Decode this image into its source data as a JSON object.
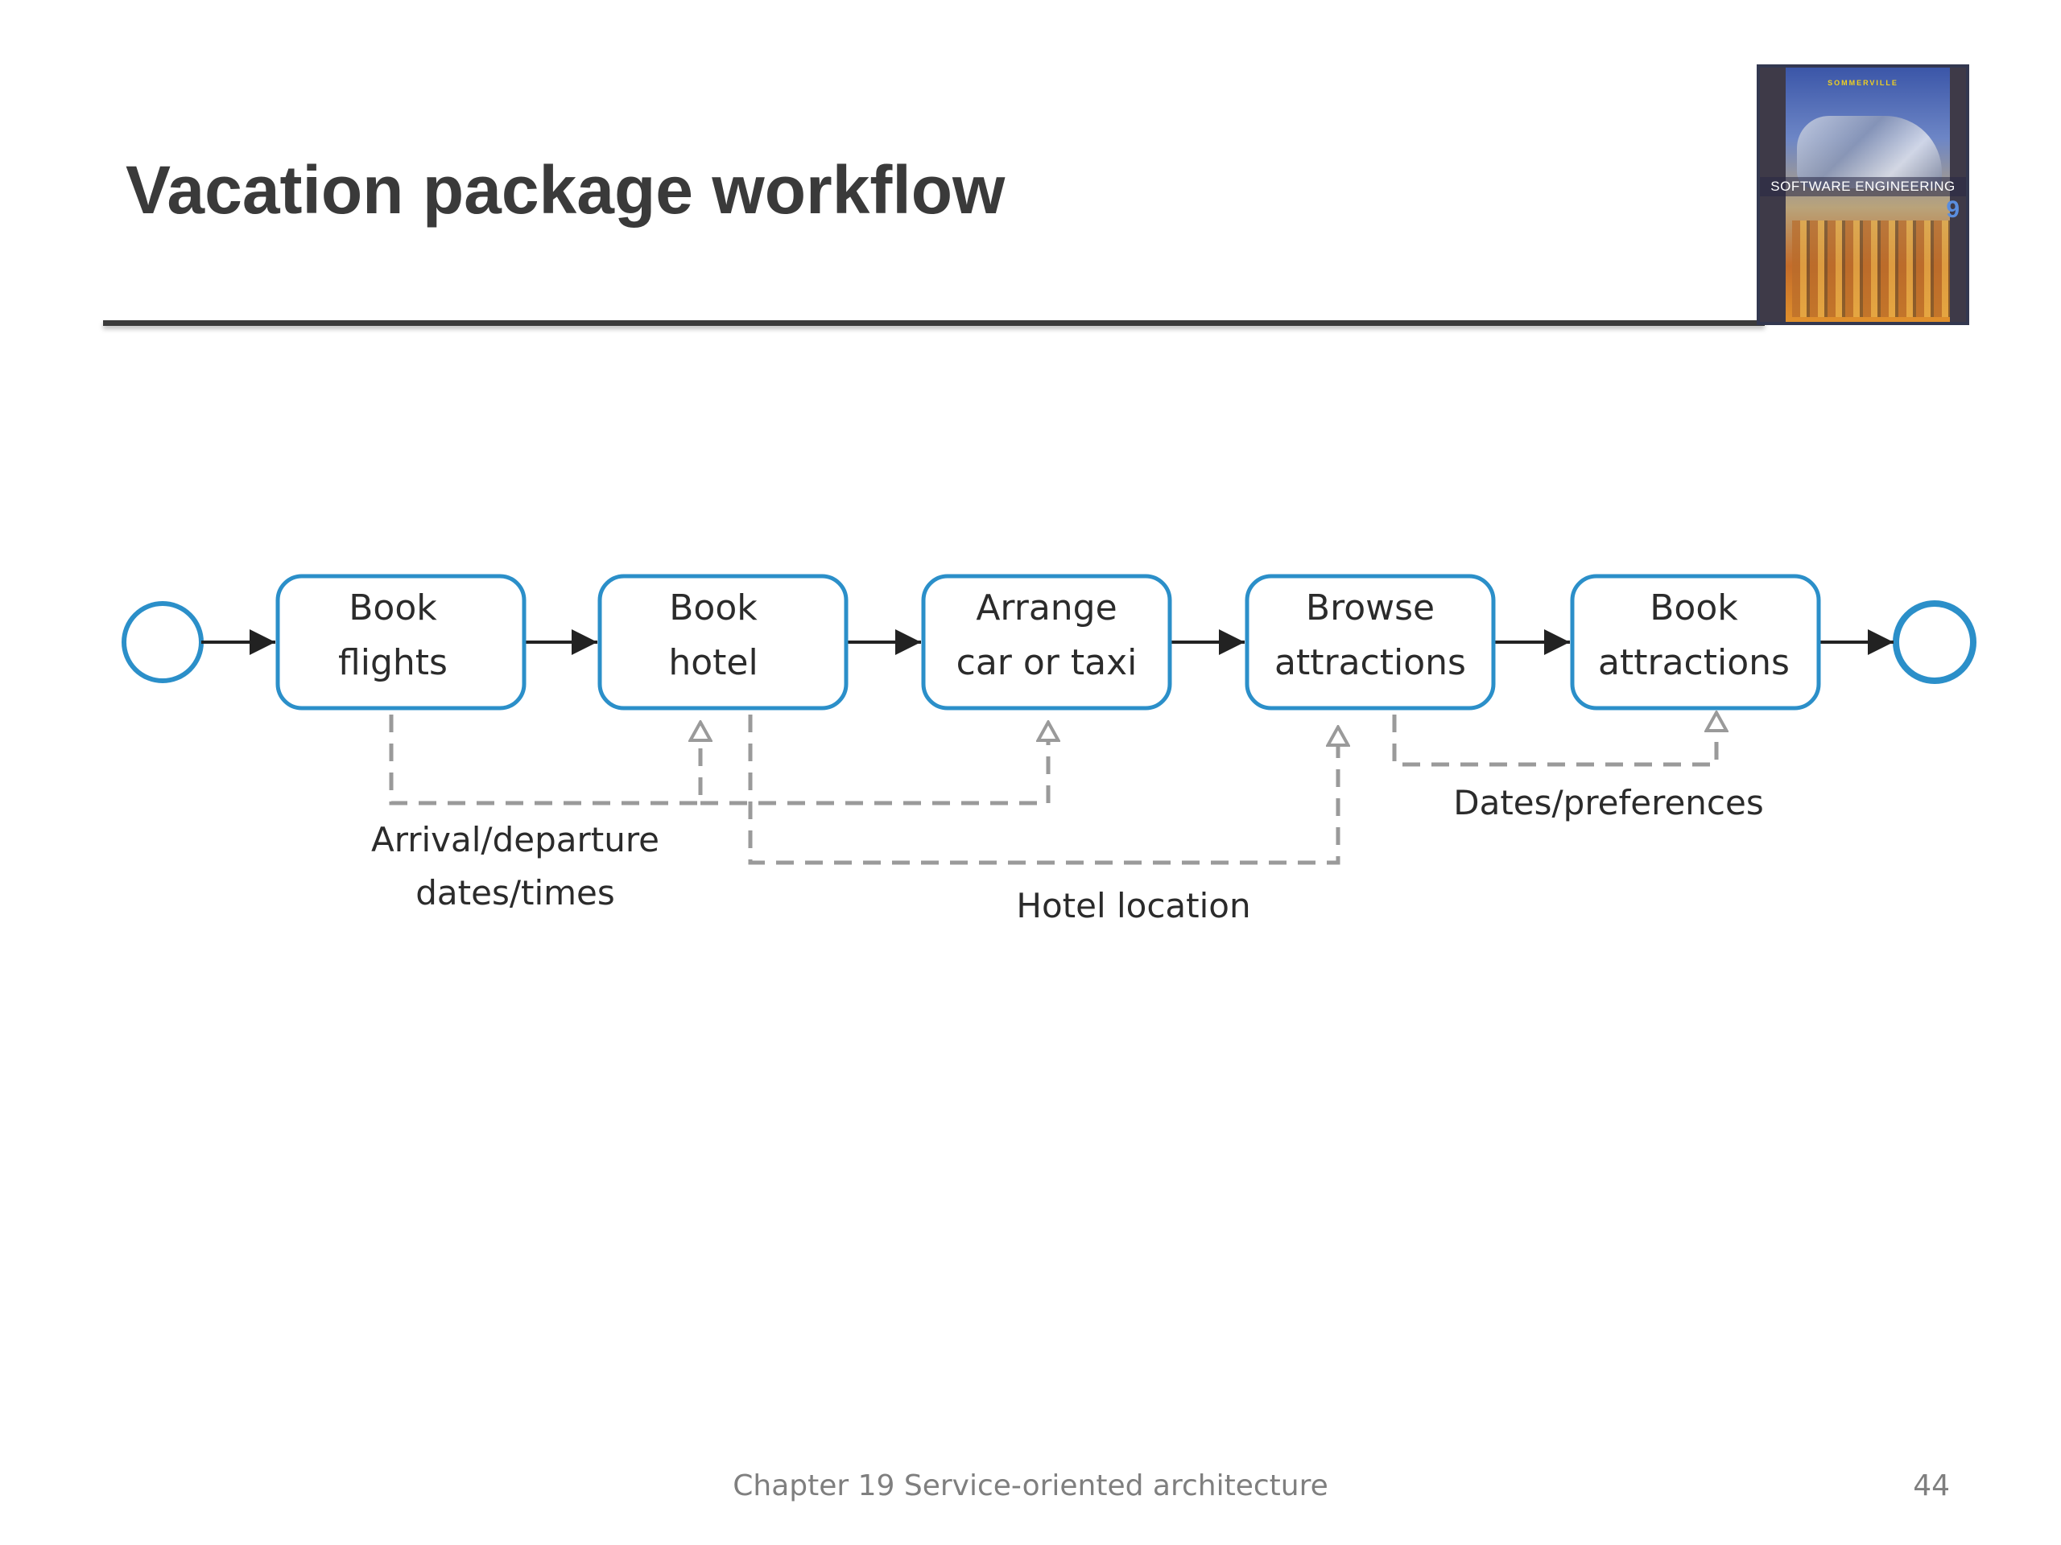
{
  "slide": {
    "title": "Vacation package workflow",
    "footer": "Chapter 19 Service-oriented architecture",
    "page_number": "44"
  },
  "book_cover": {
    "author": "SOMMERVILLE",
    "title": "SOFTWARE ENGINEERING",
    "edition": "9"
  },
  "diagram": {
    "tasks": [
      {
        "line1": "Book",
        "line2": "flights"
      },
      {
        "line1": "Book",
        "line2": "hotel"
      },
      {
        "line1": "Arrange",
        "line2": "car or taxi"
      },
      {
        "line1": "Browse",
        "line2": "attractions"
      },
      {
        "line1": "Book",
        "line2": "attractions"
      }
    ],
    "data_flows": {
      "arrival_line1": "Arrival/departure",
      "arrival_line2": "dates/times",
      "hotel_location": "Hotel location",
      "dates_preferences": "Dates/preferences"
    },
    "colors": {
      "task_border": "#2b8fc9",
      "event_border": "#2b8fc9",
      "flow": "#222222",
      "data_flow": "#9a9a9a"
    }
  }
}
